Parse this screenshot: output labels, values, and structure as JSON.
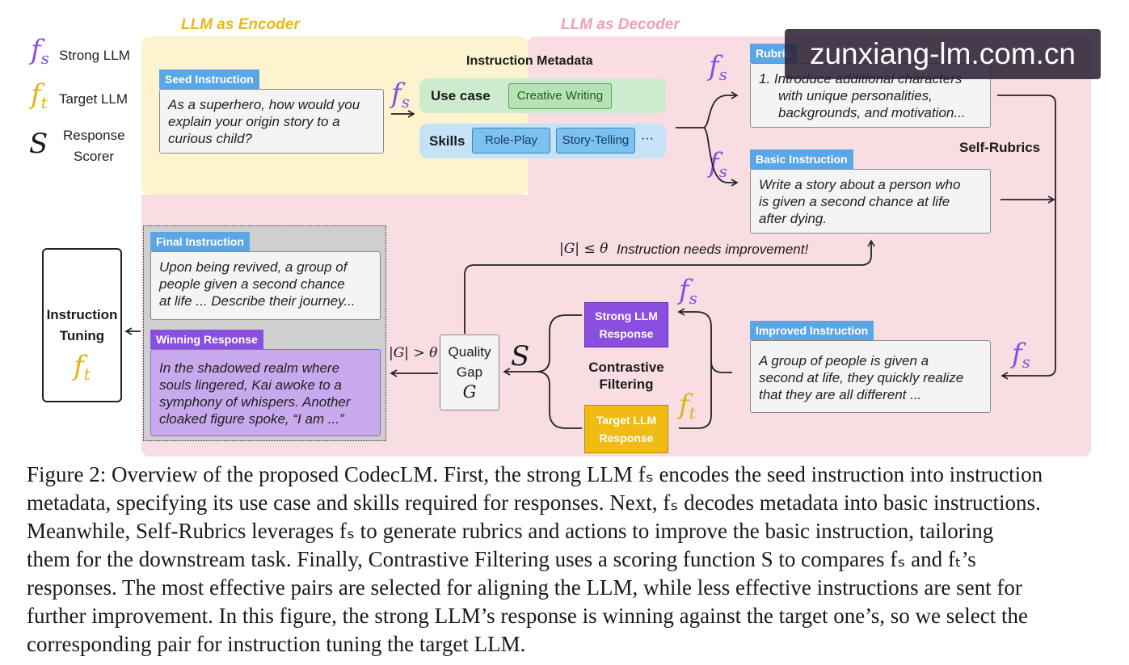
{
  "regions": {
    "encoder_title": "LLM as Encoder",
    "decoder_title": "LLM as Decoder"
  },
  "legend": [
    {
      "symbol": "f",
      "sub": "s",
      "label": "Strong LLM"
    },
    {
      "symbol": "f",
      "sub": "t",
      "label": "Target LLM"
    },
    {
      "symbol": "S",
      "label_line1": "Response",
      "label_line2": "Scorer"
    }
  ],
  "seed": {
    "tag": "Seed Instruction",
    "lines": [
      "As a superhero, how would you",
      "explain your origin story to a",
      "curious child?"
    ]
  },
  "metadata": {
    "title": "Instruction Metadata",
    "use_case_label": "Use case",
    "use_case_value": "Creative Writing",
    "skills_label": "Skills",
    "skills": [
      "Role-Play",
      "Story-Telling",
      "···"
    ]
  },
  "rubric": {
    "tag": "Rubric",
    "lines": [
      "1. Introduce additional characters",
      "with unique personalities,",
      "backgrounds, and motivation..."
    ]
  },
  "basic": {
    "tag": "Basic Instruction",
    "lines": [
      "Write a story about a person who",
      "is given a second chance at life",
      "after dying."
    ]
  },
  "self_rubrics": "Self-Rubrics",
  "improved": {
    "tag": "Improved Instruction",
    "lines": [
      "A group of people is given a",
      "second at life, they quickly realize",
      "that they are all different ..."
    ]
  },
  "improvement_note": {
    "condition": "|G| ≤ θ",
    "text": "Instruction needs improvement!"
  },
  "final": {
    "tag": "Final Instruction",
    "lines": [
      "Upon being revived, a group of",
      "people given a second chance",
      "at life ... Describe their journey..."
    ]
  },
  "winning": {
    "tag": "Winning Response",
    "lines": [
      "In the shadowed realm where",
      "souls lingered, Kai awoke to a",
      "symphony of whispers. Another",
      "cloaked figure spoke, “I am ...”"
    ]
  },
  "tuning": {
    "line1": "Instruction",
    "line2": "Tuning"
  },
  "quality_gap": {
    "line1": "Quality",
    "line2": "Gap",
    "symbol": "G",
    "condition": "|G| > θ"
  },
  "contrastive": {
    "line1": "Contrastive",
    "line2": "Filtering"
  },
  "strong_response": {
    "line1": "Strong LLM",
    "line2": "Response"
  },
  "target_response": {
    "line1": "Target LLM",
    "line2": "Response"
  },
  "scorer_symbol": "S",
  "colors": {
    "purple": "#8a4fe0",
    "gold": "#e0b316",
    "blue_tag": "#5ba6e6",
    "encoder_bg": "#fdf3cf",
    "decoder_bg": "#f8dde3",
    "strong_box": "#8a4fe0",
    "target_box": "#f0bc14"
  },
  "caption": [
    "Figure 2: Overview of the proposed CodecLM. First, the strong LLM fₛ encodes the seed instruction into instruction",
    "metadata, specifying its use case and skills required for responses. Next, fₛ decodes metadata into basic instructions.",
    "Meanwhile, Self-Rubrics leverages fₛ to generate rubrics and actions to improve the basic instruction, tailoring",
    "them for the downstream task. Finally, Contrastive Filtering uses a scoring function S to compares fₛ and fₜ’s",
    "responses. The most effective pairs are selected for aligning the LLM, while less effective instructions are sent for",
    "further improvement. In this figure, the strong LLM’s response is winning against the target one’s, so we select the",
    "corresponding pair for instruction tuning the target LLM."
  ],
  "watermark": "zunxiang-lm.com.cn"
}
